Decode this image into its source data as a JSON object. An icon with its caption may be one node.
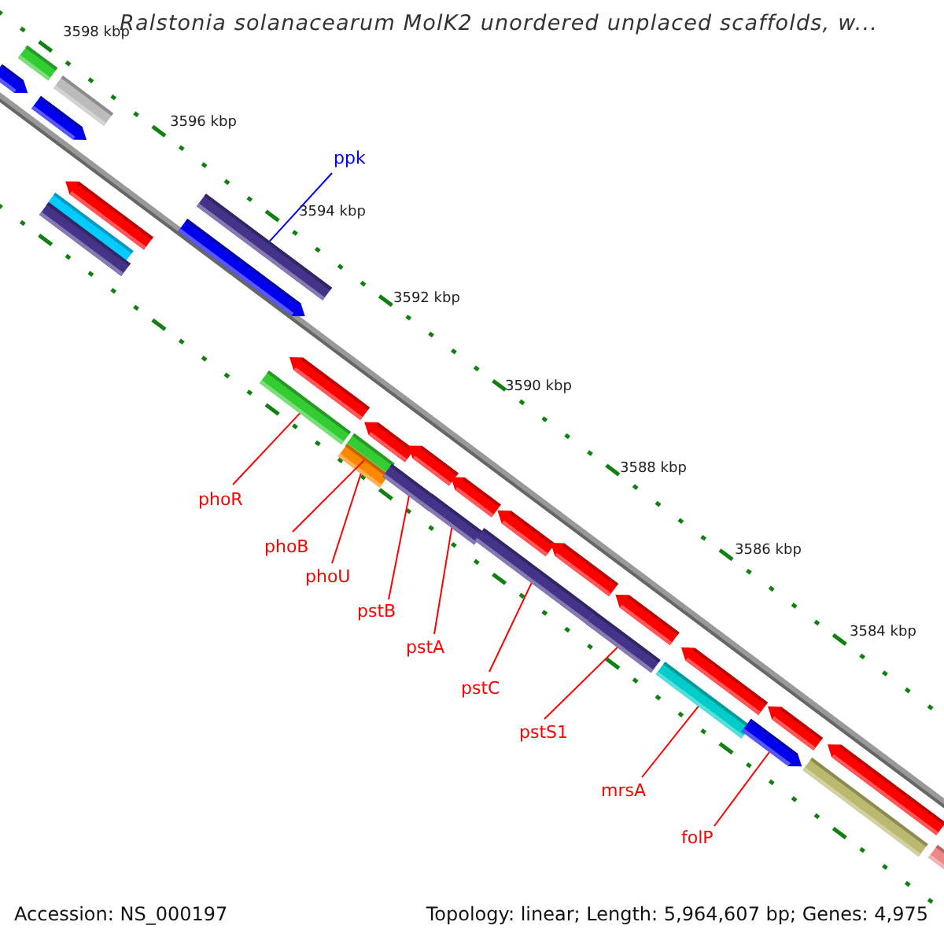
{
  "diagram": {
    "title": "Ralstonia solanacearum MolK2 unordered unplaced scaffolds, w...",
    "nodes": [
      {
        "text": [],
        "shape": "bar"
      },
      {
        "text": [],
        "shape": "pentagon"
      },
      {
        "text": [],
        "shape": "bar"
      },
      {
        "text": [],
        "shape": "pentagon"
      },
      {
        "text": [],
        "shape": "pentagon"
      },
      {
        "text": [],
        "shape": "bar"
      },
      {
        "text": [],
        "shape": "bar"
      },
      {
        "text": [],
        "shape": "bar"
      },
      {
        "text": [],
        "shape": "pentagon"
      },
      {
        "text": [],
        "shape": "pentagon"
      },
      {
        "text": [],
        "shape": "bar"
      },
      {
        "text": [],
        "shape": "pentagon"
      },
      {
        "text": [],
        "shape": "bar"
      },
      {
        "text": [],
        "shape": "bar"
      },
      {
        "text": [],
        "shape": "pentagon"
      },
      {
        "text": [],
        "shape": "bar"
      },
      {
        "text": [],
        "shape": "pentagon"
      },
      {
        "text": [],
        "shape": "bar"
      },
      {
        "text": [],
        "shape": "pentagon"
      },
      {
        "text": [],
        "shape": "bar"
      },
      {
        "text": [],
        "shape": "pentagon"
      },
      {
        "text": [],
        "shape": "pentagon"
      },
      {
        "text": [],
        "shape": "bar"
      },
      {
        "text": [],
        "shape": "bar"
      },
      {
        "text": [],
        "shape": "pentagon"
      },
      {
        "text": [],
        "shape": "pentagon"
      },
      {
        "text": [],
        "shape": "pentagon"
      },
      {
        "text": [],
        "shape": "pentagon"
      },
      {
        "text": [],
        "shape": "bar"
      },
      {
        "text": [],
        "shape": "bar"
      },
      {
        "text": [
          "ppk"
        ]
      },
      {
        "text": [
          "phoR"
        ]
      },
      {
        "text": [
          "phoB"
        ]
      },
      {
        "text": [
          "phoU"
        ]
      },
      {
        "text": [
          "pstB"
        ]
      },
      {
        "text": [
          "pstA"
        ]
      },
      {
        "text": [
          "pstC"
        ]
      },
      {
        "text": [
          "pstS1"
        ]
      },
      {
        "text": [
          "mrsA"
        ]
      },
      {
        "text": [
          "folP"
        ]
      }
    ],
    "edges": [
      {
        "from": 30,
        "to": 7,
        "arrow": "none",
        "color": "#0000ff"
      },
      {
        "from": 31,
        "to": 10,
        "arrow": "none"
      },
      {
        "from": 32,
        "to": 12,
        "arrow": "none"
      },
      {
        "from": 33,
        "to": 13,
        "arrow": "none"
      },
      {
        "from": 34,
        "to": 15,
        "arrow": "none"
      },
      {
        "from": 35,
        "to": 17,
        "arrow": "none"
      },
      {
        "from": 36,
        "to": 19,
        "arrow": "none"
      },
      {
        "from": 37,
        "to": 22,
        "arrow": "none"
      },
      {
        "from": 38,
        "to": 23,
        "arrow": "none"
      },
      {
        "from": 39,
        "to": 26,
        "arrow": "none"
      }
    ],
    "labels": [
      "3598 kbp",
      "3596 kbp",
      "3594 kbp",
      "3592 kbp",
      "3590 kbp",
      "3588 kbp",
      "3586 kbp",
      "3584 kbp",
      "Accession: NS_000197",
      "Topology: linear; Length: 5,964,607 bp; Genes: 4,975"
    ]
  }
}
